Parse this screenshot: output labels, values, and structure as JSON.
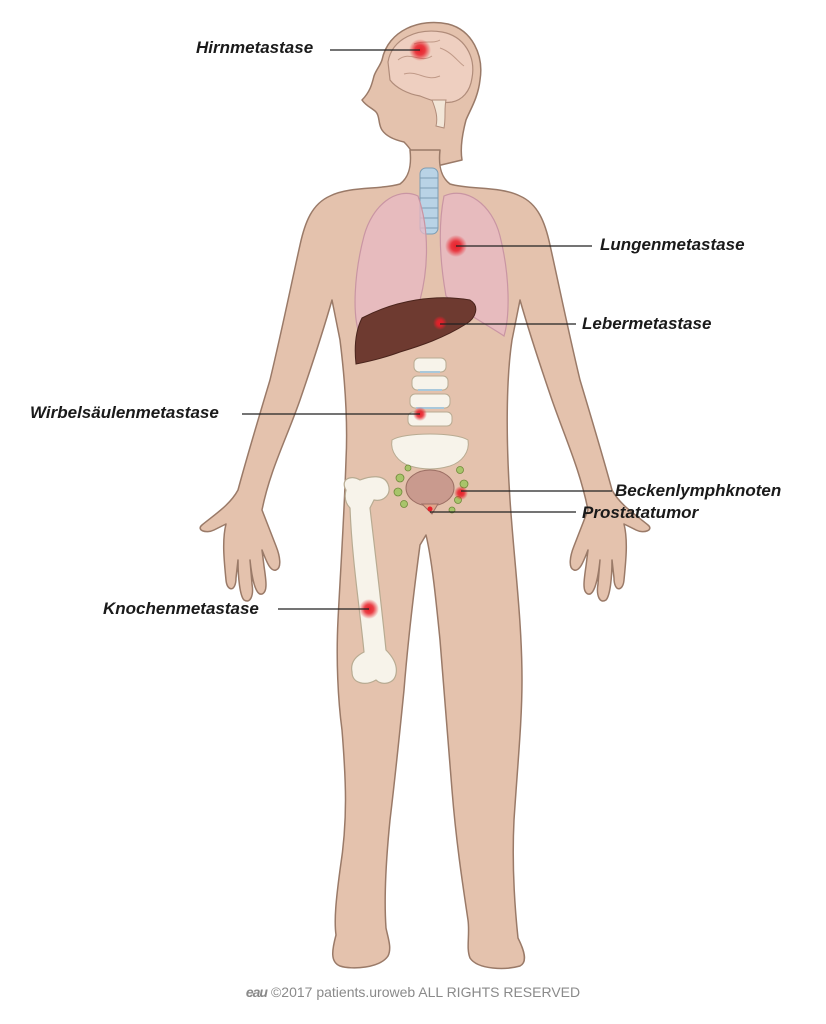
{
  "labels": {
    "brain": "Hirnmetastase",
    "lung": "Lungenmetastase",
    "liver": "Lebermetastase",
    "spine": "Wirbelsäulenmetastase",
    "pelvic_lymph": "Beckenlymphknoten",
    "prostate": "Prostatatumor",
    "bone": "Knochenmetastase"
  },
  "footer": {
    "logo": "eau",
    "text": "©2017 patients.uroweb ALL RIGHTS RESERVED"
  },
  "colors": {
    "skin": "#e4c2ad",
    "skin_outline": "#9a7a68",
    "lungs": "#e8b8c4",
    "liver": "#6e3a30",
    "bone": "#f7f3ea",
    "trachea": "#b9d3e6",
    "metastasis": "#e8202a",
    "lymph": "#a8c46a",
    "bladder": "#c99a8e"
  }
}
